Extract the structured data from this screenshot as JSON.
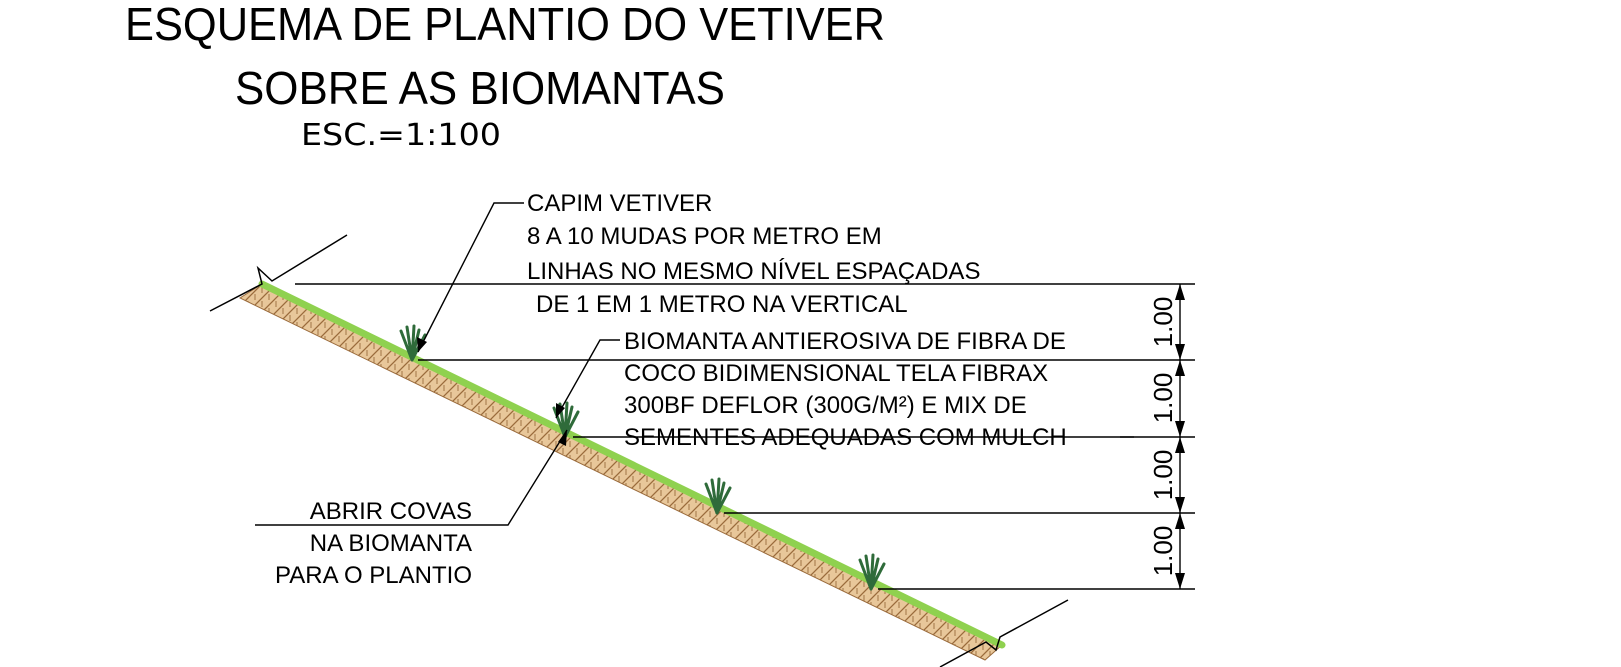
{
  "title": {
    "line1": "ESQUEMA DE PLANTIO DO VETIVER",
    "line2": "SOBRE AS BIOMANTAS",
    "scale": "ESC.=1:100"
  },
  "labels": {
    "vetiver": [
      "CAPIM VETIVER",
      "8 A 10 MUDAS POR METRO EM",
      "LINHAS NO MESMO NÍVEL ESPAÇADAS",
      "DE 1 EM 1 METRO NA VERTICAL"
    ],
    "biomanta": [
      "BIOMANTA ANTIEROSIVA DE FIBRA DE",
      "COCO BIDIMENSIONAL TELA FIBRAX",
      "300BF DEFLOR (300G/M²) E MIX DE",
      "SEMENTES ADEQUADAS COM MULCH"
    ],
    "covas": [
      "ABRIR COVAS",
      "NA BIOMANTA",
      "PARA O PLANTIO"
    ]
  },
  "dimensions": [
    "1.00",
    "1.00",
    "1.00",
    "1.00"
  ],
  "colors": {
    "soil_fill": "#e8c79a",
    "soil_hatch": "#9a6b3c",
    "biomanta": "#8fd14f",
    "plant": "#2f6b3a",
    "line": "#000000"
  }
}
